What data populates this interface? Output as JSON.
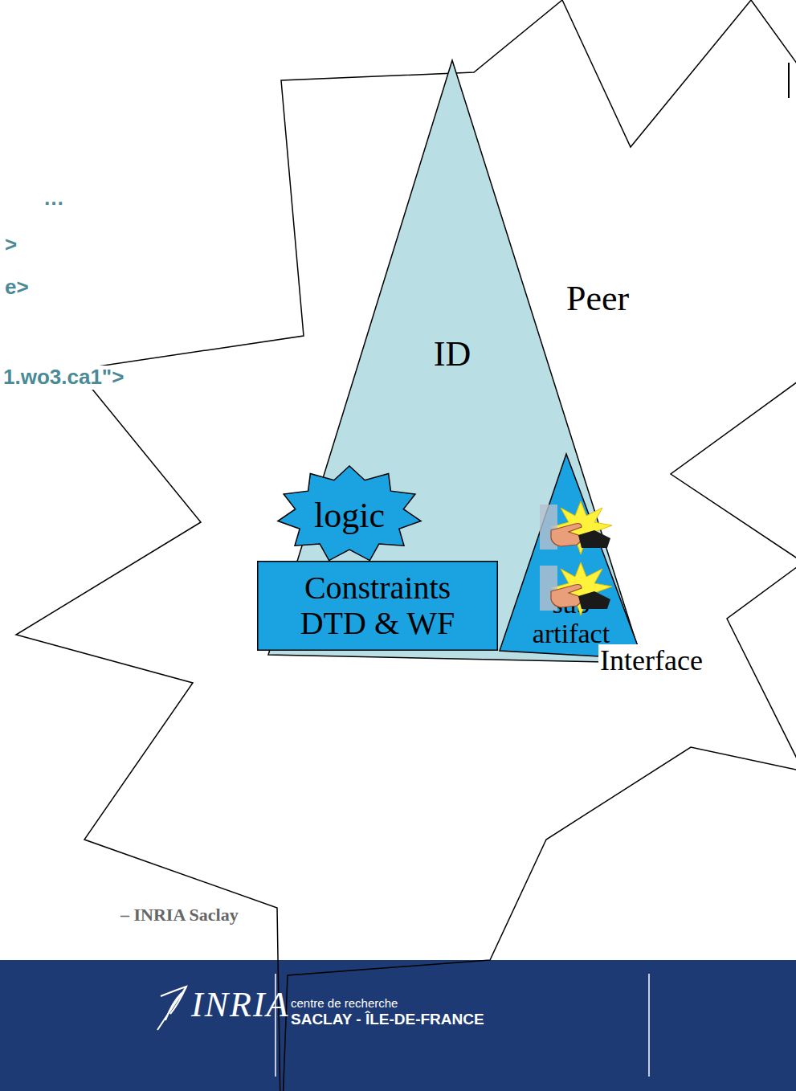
{
  "diagram": {
    "nodes": [
      {
        "text": [
          "Peer"
        ]
      },
      {
        "text": [
          "ID"
        ],
        "in": 0
      },
      {
        "text": [
          "logic"
        ],
        "in": 1
      },
      {
        "text": [
          "Constraints DTD & WF"
        ],
        "in": 1
      },
      {
        "text": [
          "sub artifact"
        ],
        "in": 1
      }
    ],
    "labels": [
      "…",
      ">",
      "e>",
      "1.wo3.ca1\">",
      "Interface",
      "– INRIA Saclay",
      "INRIA",
      "centre de recherche",
      "SACLAY - ÎLE-DE-FRANCE"
    ]
  }
}
